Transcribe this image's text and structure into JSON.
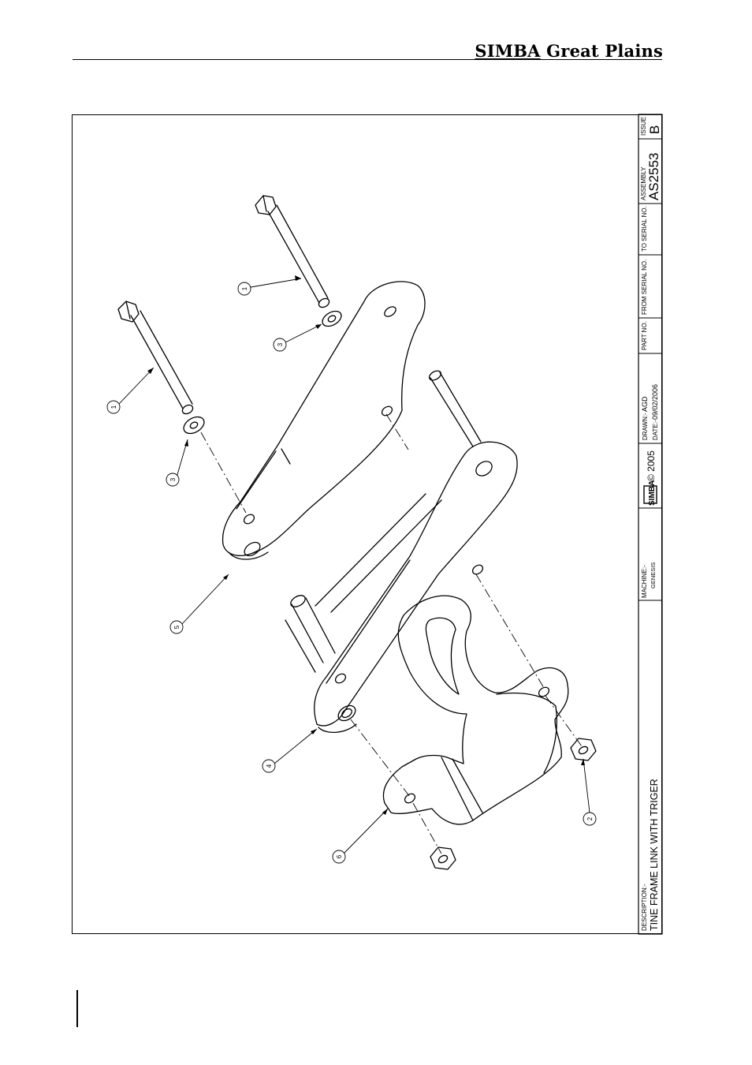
{
  "header": {
    "brand_primary": "SIMBA",
    "brand_secondary": " Great Plains"
  },
  "title_block": {
    "description_label": "DESCRIPTION:-",
    "description_value": "TINE FRAME LINK WITH TRIGER",
    "machine_label": "MACHINE:-",
    "machine_value": "GENESIS",
    "logo_text": "SIMBA",
    "copyright": "© 2005",
    "drawn_label": "DRAWN:-",
    "drawn_value": "AGD",
    "date_label": "DATE:-",
    "date_value": "09/02/2006",
    "part_no_label": "PART NO.",
    "from_serial_label": "FROM SERIAL NO.",
    "to_serial_label": "TO SERIAL NO.",
    "assembly_label": "ASSEMBLY",
    "assembly_value": "AS2553",
    "issue_label": "ISSUE",
    "issue_value": "B"
  },
  "callouts": [
    {
      "number": "1"
    },
    {
      "number": "1"
    },
    {
      "number": "3"
    },
    {
      "number": "3"
    },
    {
      "number": "5"
    },
    {
      "number": "4"
    },
    {
      "number": "6"
    },
    {
      "number": "2"
    }
  ]
}
